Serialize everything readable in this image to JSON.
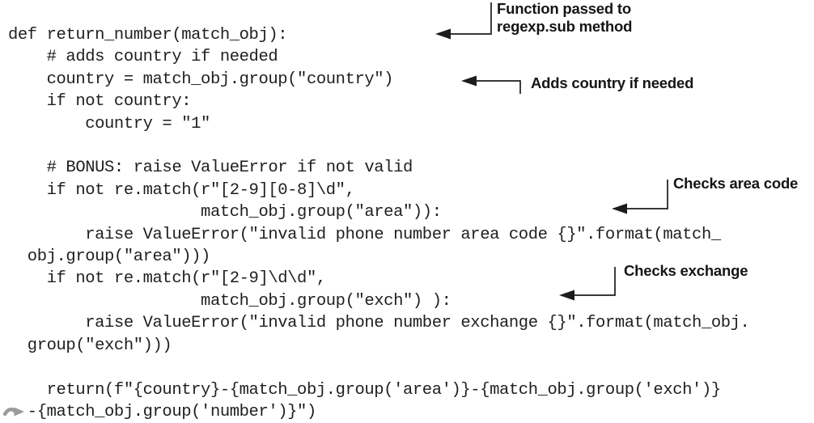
{
  "code": {
    "language": "python",
    "lines": [
      "def return_number(match_obj):",
      "    # adds country if needed",
      "    country = match_obj.group(\"country\")",
      "    if not country:",
      "        country = \"1\"",
      "",
      "    # BONUS: raise ValueError if not valid",
      "    if not re.match(r\"[2-9][0-8]\\d\",",
      "                    match_obj.group(\"area\")):",
      "        raise ValueError(\"invalid phone number area code {}\".format(match_",
      "  obj.group(\"area\")))",
      "    if not re.match(r\"[2-9]\\d\\d\",",
      "                    match_obj.group(\"exch\") ):",
      "        raise ValueError(\"invalid phone number exchange {}\".format(match_obj.",
      "  group(\"exch\")))",
      "",
      "    return(f\"{country}-{match_obj.group('area')}-{match_obj.group('exch')}",
      "  -{match_obj.group('number')}\")"
    ]
  },
  "annotations": [
    {
      "id": "function-passed",
      "lines": [
        "Function passed to",
        "regexp.sub method"
      ]
    },
    {
      "id": "adds-country",
      "lines": [
        "Adds country if needed"
      ]
    },
    {
      "id": "checks-area",
      "lines": [
        "Checks area code"
      ]
    },
    {
      "id": "checks-exchange",
      "lines": [
        "Checks exchange"
      ]
    }
  ],
  "colors": {
    "code_text": "#1f1f1f",
    "annotation_text": "#151515",
    "leader_line": "#1c1c1c",
    "wrap_marker": "#9b9b9b",
    "page_bg": "#ffffff"
  }
}
